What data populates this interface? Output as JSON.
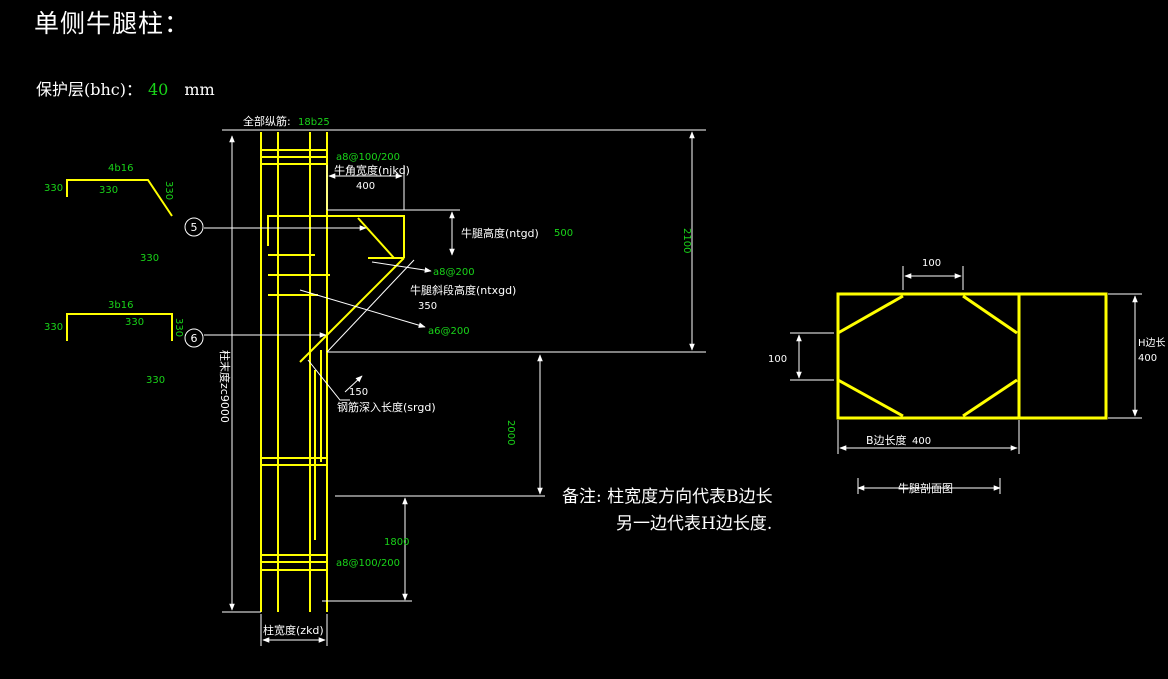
{
  "title": "单侧牛腿柱：",
  "cover": {
    "label": "保护层(bhc)：",
    "value": "40",
    "unit": "mm"
  },
  "note": {
    "line1": "备注: 柱宽度方向代表B边长",
    "line2": "另一边代表H边长度."
  },
  "labels": {
    "all_rebar": "全部纵筋:",
    "all_rebar_value": "18b25",
    "stirrup_top": "a8@100/200",
    "corner_width": "牛角宽度(njkd)",
    "corner_width_value": "400",
    "bracket_height": "牛腿高度(ntgd)",
    "bracket_height_value": "500",
    "stirrup_a8_200": "a8@200",
    "slope_height": "牛腿斜段高度(ntxgd)",
    "slope_height_value": "350",
    "stirrup_a6_200": "a6@200",
    "dim_2100": "2100",
    "embed_value": "150",
    "embed_length": "钢筋深入长度(srgd)",
    "dim_2000": "2000",
    "dim_1800": "1800",
    "stirrup_bottom": "a8@100/200",
    "column_height": "柱末度zc9000",
    "column_width": "柱宽度(zkd)",
    "bar5_count": "4b16",
    "bar5_left": "330",
    "bar5_mid": "330",
    "bar5_right": "330",
    "bar5_below": "330",
    "bar6_count": "3b16",
    "bar6_left": "330",
    "bar6_mid": "330",
    "bar6_right": "330",
    "bar6_below": "330",
    "marker5": "5",
    "marker6": "6",
    "sec_top": "100",
    "sec_left": "100",
    "sec_h_label": "H边长",
    "sec_h_value": "400",
    "sec_b_label": "B边长度",
    "sec_b_value": "400",
    "section_title": "牛腿剖面图"
  },
  "colors": {
    "rebar": "#ffff00",
    "value": "#19d419",
    "line": "#ffffff",
    "background": "#000000"
  }
}
